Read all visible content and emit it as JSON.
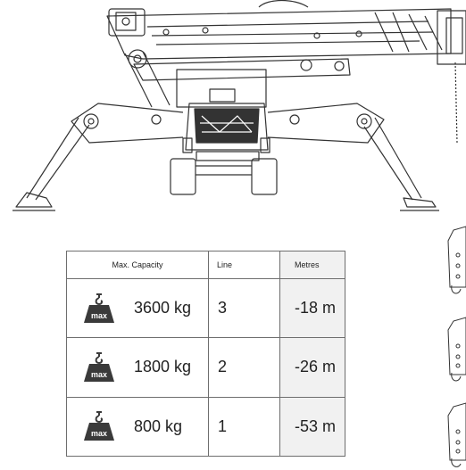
{
  "table": {
    "headers": {
      "capacity": "Max. Capacity",
      "line": "Line",
      "metres": "Metres"
    },
    "icon_label": "max",
    "rows": [
      {
        "capacity": "3600 kg",
        "line": "3",
        "metres": "-18 m"
      },
      {
        "capacity": "1800 kg",
        "line": "2",
        "metres": "-26 m"
      },
      {
        "capacity": "800 kg",
        "line": "1",
        "metres": "-53 m"
      }
    ]
  },
  "colors": {
    "line_art": "#333333",
    "metres_column_bg": "#f1f1f1",
    "icon": "#3a3a3a"
  }
}
